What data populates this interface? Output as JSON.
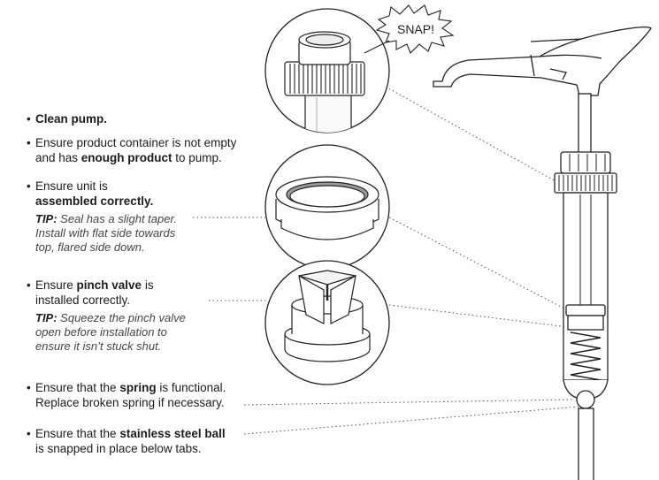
{
  "snap_label": "SNAP!",
  "items": [
    {
      "bullet": "•",
      "bold": "Clean pump."
    },
    {
      "bullet": "•",
      "line1_pre": "Ensure product container is not empty",
      "line2_pre": "and has ",
      "line2_bold": "enough product",
      "line2_post": " to pump."
    },
    {
      "bullet": "•",
      "line1": "Ensure unit is",
      "line2_bold": "assembled correctly.",
      "tip_label": "TIP:",
      "tip_line1": " Seal has a slight taper.",
      "tip_line2": "Install with flat side towards",
      "tip_line3": "top, flared side down."
    },
    {
      "bullet": "•",
      "line1_pre": "Ensure ",
      "line1_bold": "pinch valve",
      "line1_post": " is",
      "line2": "installed correctly.",
      "tip_label": "TIP:",
      "tip_line1": " Squeeze the pinch valve",
      "tip_line2": "open before installation to",
      "tip_line3": "ensure it isn’t stuck shut."
    },
    {
      "bullet": "•",
      "line1_pre": "Ensure that the ",
      "line1_bold": "spring",
      "line1_post": " is functional.",
      "line2": "Replace broken spring if necessary."
    },
    {
      "bullet": "•",
      "line1_pre": "Ensure that the ",
      "line1_bold": "stainless steel ball",
      "line2": "is snapped in place below tabs."
    }
  ]
}
